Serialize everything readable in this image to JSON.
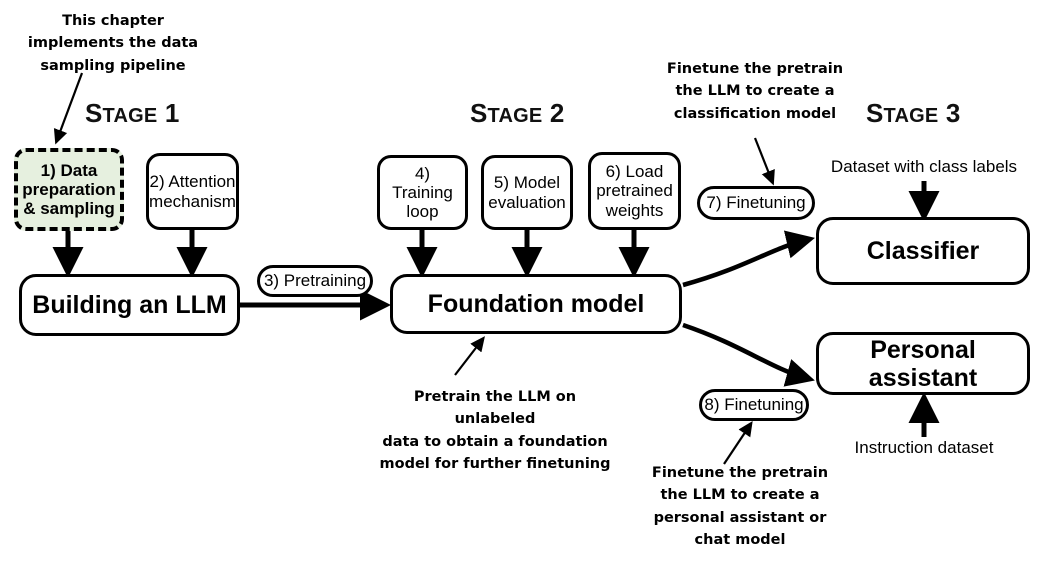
{
  "figure": {
    "title": "LLM build stages pipeline",
    "background": "#ffffff",
    "highlight_fill": "#e6f0df",
    "stroke": "#000000"
  },
  "stages": [
    {
      "id": "stage-1",
      "cap": "S",
      "rest": "TAGE",
      "num": " 1"
    },
    {
      "id": "stage-2",
      "cap": "S",
      "rest": "TAGE",
      "num": " 2"
    },
    {
      "id": "stage-3",
      "cap": "S",
      "rest": "TAGE",
      "num": " 3"
    }
  ],
  "nodes": {
    "data_prep": "1) Data\npreparation\n& sampling",
    "attention": "2) Attention\nmechanism",
    "building_llm": "Building an LLM",
    "pretraining": "3) Pretraining",
    "training_loop": "4) Training\nloop",
    "model_eval": "5) Model\nevaluation",
    "load_weights": "6) Load\npretrained\nweights",
    "foundation_model": "Foundation model",
    "finetuning_7": "7) Finetuning",
    "finetuning_8": "8) Finetuning",
    "classifier": "Classifier",
    "personal_assistant": "Personal assistant"
  },
  "notes": {
    "chapter": "This chapter\nimplements the data\nsampling pipeline",
    "pretrain": "Pretrain the LLM on unlabeled\ndata to obtain a foundation\nmodel for further finetuning",
    "finetune_classifier": "Finetune the pretrain\nthe LLM to create a\nclassification model",
    "finetune_assistant": "Finetune the pretrain\nthe LLM to create a\npersonal assistant or\nchat model"
  },
  "captions": {
    "class_labels": "Dataset with class labels",
    "instruction_dataset": "Instruction dataset"
  }
}
